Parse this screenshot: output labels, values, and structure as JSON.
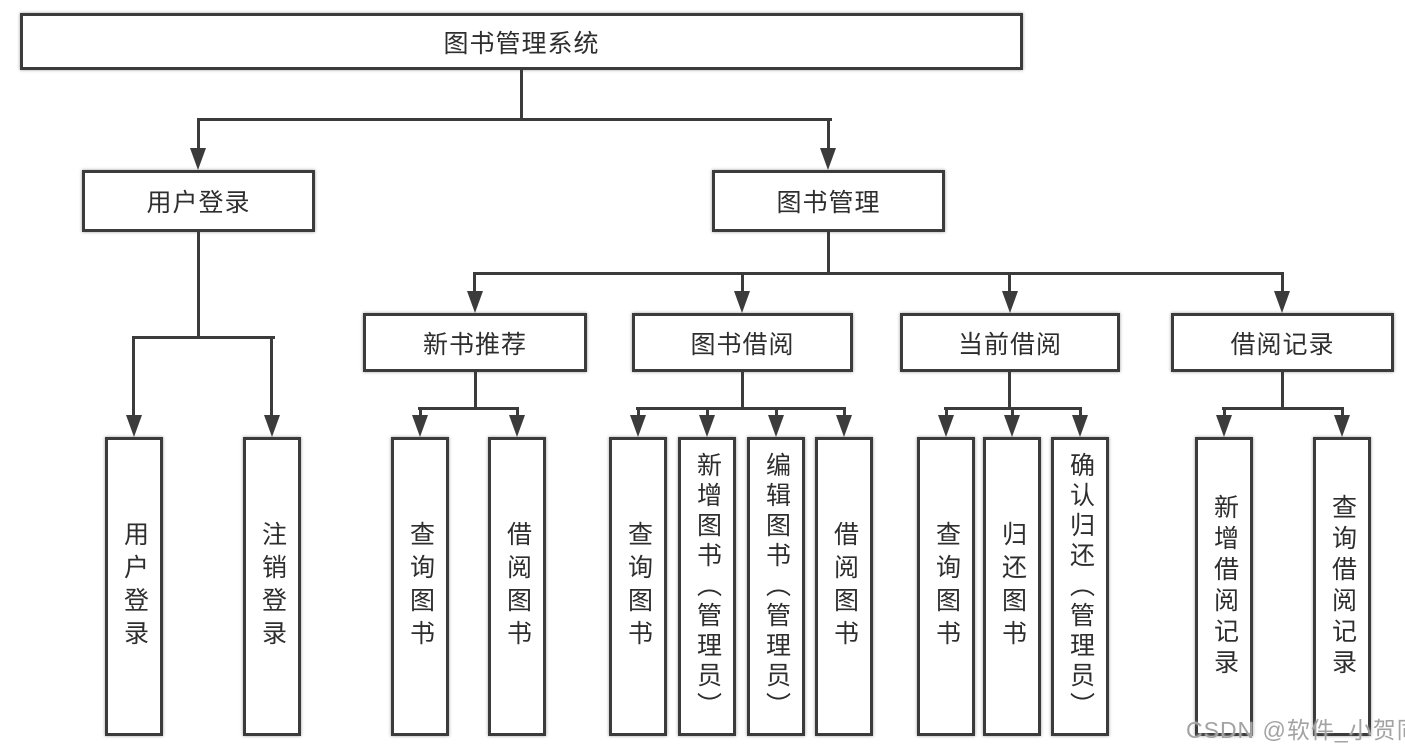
{
  "diagram": {
    "root": {
      "label": "图书管理系统"
    },
    "level2": [
      {
        "label": "用户登录"
      },
      {
        "label": "图书管理"
      }
    ],
    "level3": [
      {
        "label": "新书推荐"
      },
      {
        "label": "图书借阅"
      },
      {
        "label": "当前借阅"
      },
      {
        "label": "借阅记录"
      }
    ],
    "leaves": {
      "user_login": [
        "用户登录",
        "注销登录"
      ],
      "new_books": [
        "查询图书",
        "借阅图书"
      ],
      "book_borrowing": [
        "查询图书",
        "新增图书（管理员）",
        "编辑图书（管理员）",
        "借阅图书"
      ],
      "current_borrowing": [
        "查询图书",
        "归还图书",
        "确认归还（管理员）"
      ],
      "borrow_records": [
        "新增借阅记录",
        "查询借阅记录"
      ]
    },
    "watermark": {
      "text": "CSDN @软件_小贺同学"
    },
    "colors": {
      "line": "#3b3b3b",
      "box_border": "#3b3b3b",
      "text": "#2e2e2e",
      "watermark": "#a3a3a3",
      "background": "#ffffff"
    }
  }
}
